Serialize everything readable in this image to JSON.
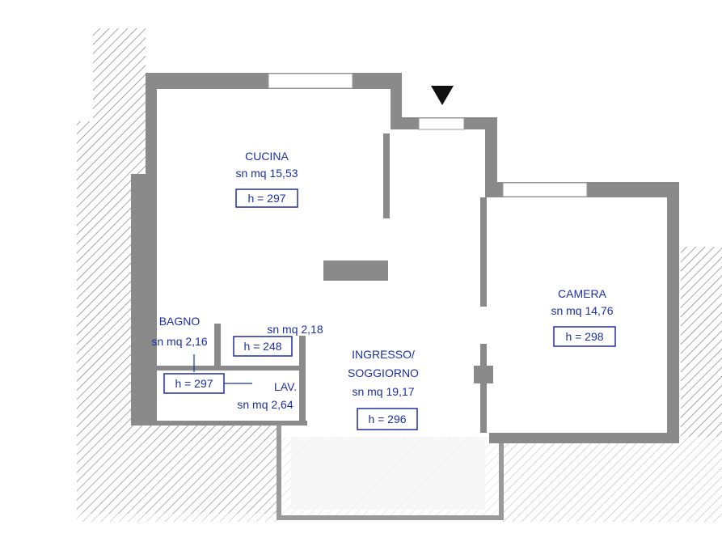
{
  "rooms": {
    "cucina": {
      "name": "CUCINA",
      "area": "sn mq 15,53",
      "height": "h = 297"
    },
    "camera": {
      "name": "CAMERA",
      "area": "sn mq 14,76",
      "height": "h = 298"
    },
    "bagno": {
      "name": "BAGNO",
      "area": "sn mq 2,16",
      "height": "h = 297"
    },
    "disimpegno": {
      "area": "sn mq 2,18",
      "height": "h = 248"
    },
    "lav": {
      "name": "LAV.",
      "area": "sn mq 2,64"
    },
    "soggiorno": {
      "name_line1": "INGRESSO/",
      "name_line2": "SOGGIORNO",
      "area": "sn mq 19,17",
      "height": "h = 296"
    }
  },
  "colors": {
    "label": "#1c2ea8",
    "wall": "#8a8a8a",
    "hatch": "#777777"
  }
}
